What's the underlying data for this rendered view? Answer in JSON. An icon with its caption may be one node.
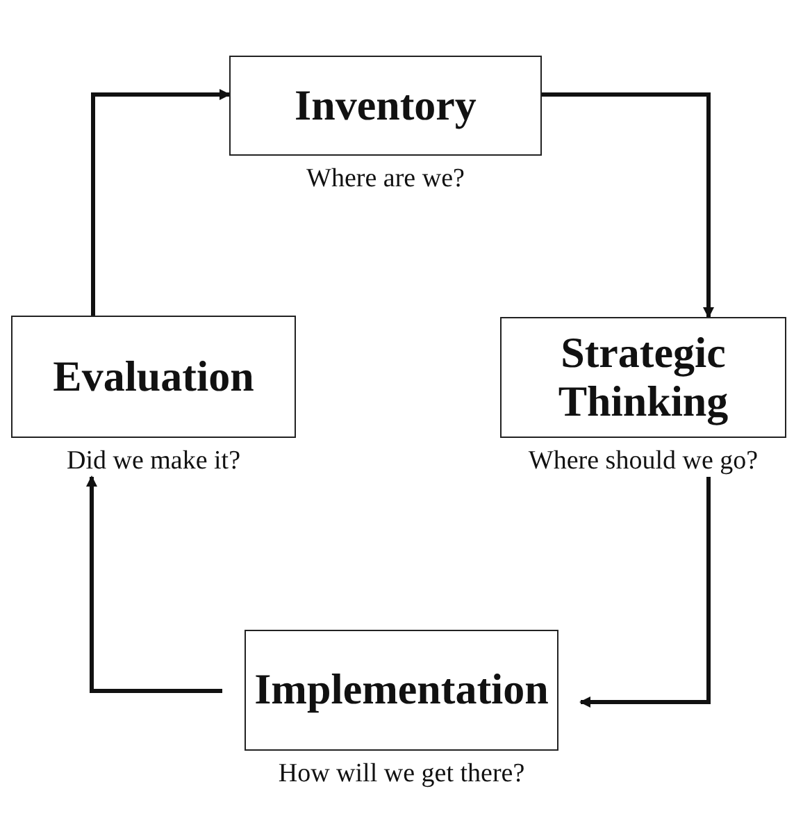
{
  "diagram": {
    "nodes": [
      {
        "text": [
          "Inventory"
        ],
        "beside": [
          "Where are we?"
        ]
      },
      {
        "text": [
          "Evaluation"
        ],
        "beside": [
          "Did we make it?"
        ]
      },
      {
        "text": [
          "Strategic Thinking"
        ],
        "beside": [
          "Where should we go?"
        ]
      },
      {
        "text": [
          "Implementation"
        ],
        "beside": [
          "How will we get there?"
        ]
      }
    ],
    "edges": [
      {
        "from": 1,
        "to": 0,
        "arrow": "to"
      },
      {
        "from": 0,
        "to": 2,
        "arrow": "to"
      },
      {
        "from": 2,
        "to": 3,
        "arrow": "to"
      },
      {
        "from": 3,
        "to": 1,
        "arrow": "to"
      }
    ]
  }
}
